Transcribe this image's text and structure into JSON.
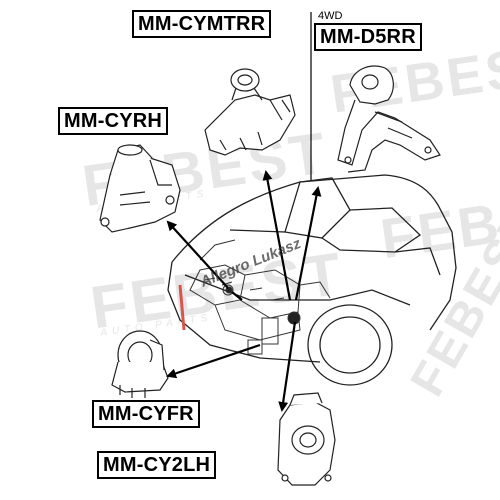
{
  "labels": {
    "top_center": "MM-CYMTRR",
    "top_right_tag": "4WD",
    "top_right": "MM-D5RR",
    "left_upper": "MM-CYRH",
    "left_lower": "MM-CYFR",
    "bottom": "MM-CY2LH"
  },
  "watermark": {
    "brand": "FEBEST",
    "subtitle": "AUTO PARTS"
  },
  "overlay_logo": "Allegro Lukasz",
  "colors": {
    "line": "#000000",
    "watermark": "#e6e6e6",
    "car_stroke": "#222222",
    "accent_red": "#d9534f"
  }
}
